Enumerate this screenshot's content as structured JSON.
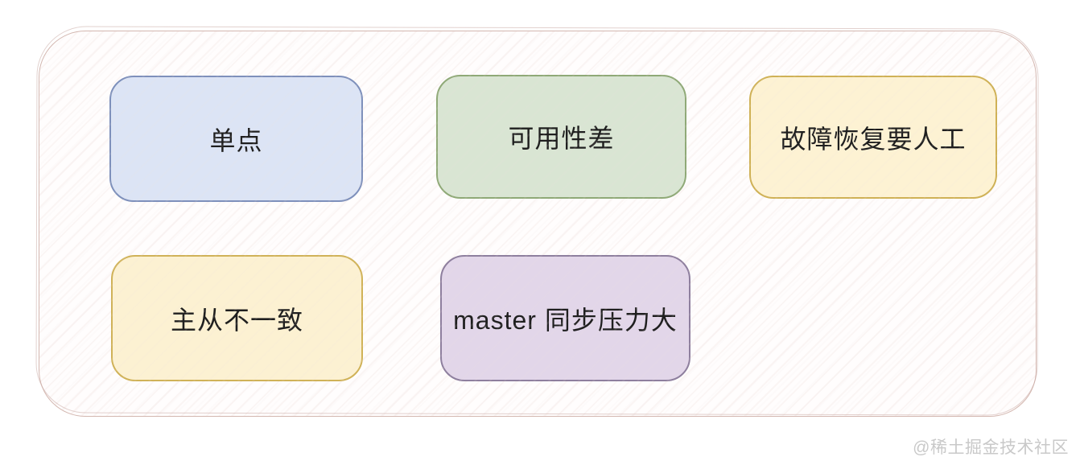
{
  "diagram": {
    "description": "redis-master-slave-drawbacks",
    "frame_border_color": "#d3b7b0",
    "text_color": "#1f1f1f",
    "nodes": [
      {
        "name": "single-point",
        "label": "单点",
        "fill": "#dce4f5",
        "border": "#7e90bb"
      },
      {
        "name": "poor-availability",
        "label": "可用性差",
        "fill": "#d9e5d3",
        "border": "#8fa977"
      },
      {
        "name": "manual-failure-recovery",
        "label": "故障恢复要人工",
        "fill": "#fdf2d3",
        "border": "#cfb156"
      },
      {
        "name": "master-slave-inconsistency",
        "label": "主从不一致",
        "fill": "#fcf1d2",
        "border": "#d0b258"
      },
      {
        "name": "master-sync-pressure",
        "label": "master 同步压力大",
        "fill": "#e2d6e9",
        "border": "#8e7f9e"
      }
    ]
  },
  "watermark": {
    "text": "@稀土掘金技术社区",
    "color": "#c9c9c9"
  }
}
